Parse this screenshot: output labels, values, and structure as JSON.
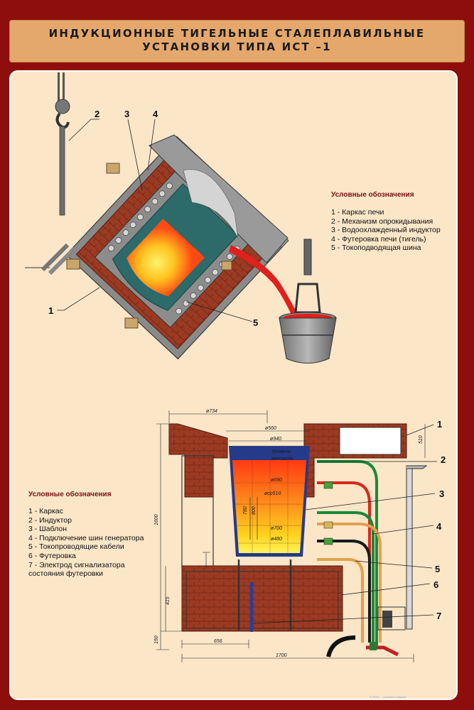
{
  "title": {
    "line1": "ИНДУКЦИОННЫЕ ТИГЕЛЬНЫЕ СТАЛЕПЛАВИЛЬНЫЕ",
    "line2": "УСТАНОВКИ ТИПА ИСТ –1"
  },
  "diagram1": {
    "callouts": [
      "1",
      "2",
      "3",
      "4",
      "5"
    ],
    "legend_title": "Условные обозначения",
    "legend_items": [
      "1 - Каркас печи",
      "2 - Механизм опрокидывания",
      "3 - Водоохлажденный индуктор",
      "4 - Футеровка печи (тигель)",
      "5 - Токоподводящая шина"
    ]
  },
  "diagram2": {
    "callouts": [
      "1",
      "2",
      "3",
      "4",
      "5",
      "6",
      "7"
    ],
    "legend_title": "Условные обозначения",
    "legend_items": [
      "1 - Каркас",
      "2 - Индуктор",
      "3 - Шаблон",
      "4 - Подключение шин генератора",
      "5 - Токопроводящие кабели",
      "6 - Футеровка",
      "7 - Электрод сигнализатора",
      "состояния футеровки"
    ],
    "dimensions": {
      "d734": "ø734",
      "d560": "ø560",
      "d940": "ø940",
      "level_l1": "Уровень",
      "level_l2": "металла",
      "d690": "ø690",
      "dcp510": "øср510",
      "d700": "ø700",
      "d480": "ø480",
      "h780": "780",
      "h800": "800",
      "h1600": "1600",
      "h415": "415",
      "h150": "150",
      "w656": "656",
      "w1700": "1700",
      "h510": "510"
    }
  },
  "footer": {
    "copyright": "© 2010 — учебные плакаты"
  }
}
